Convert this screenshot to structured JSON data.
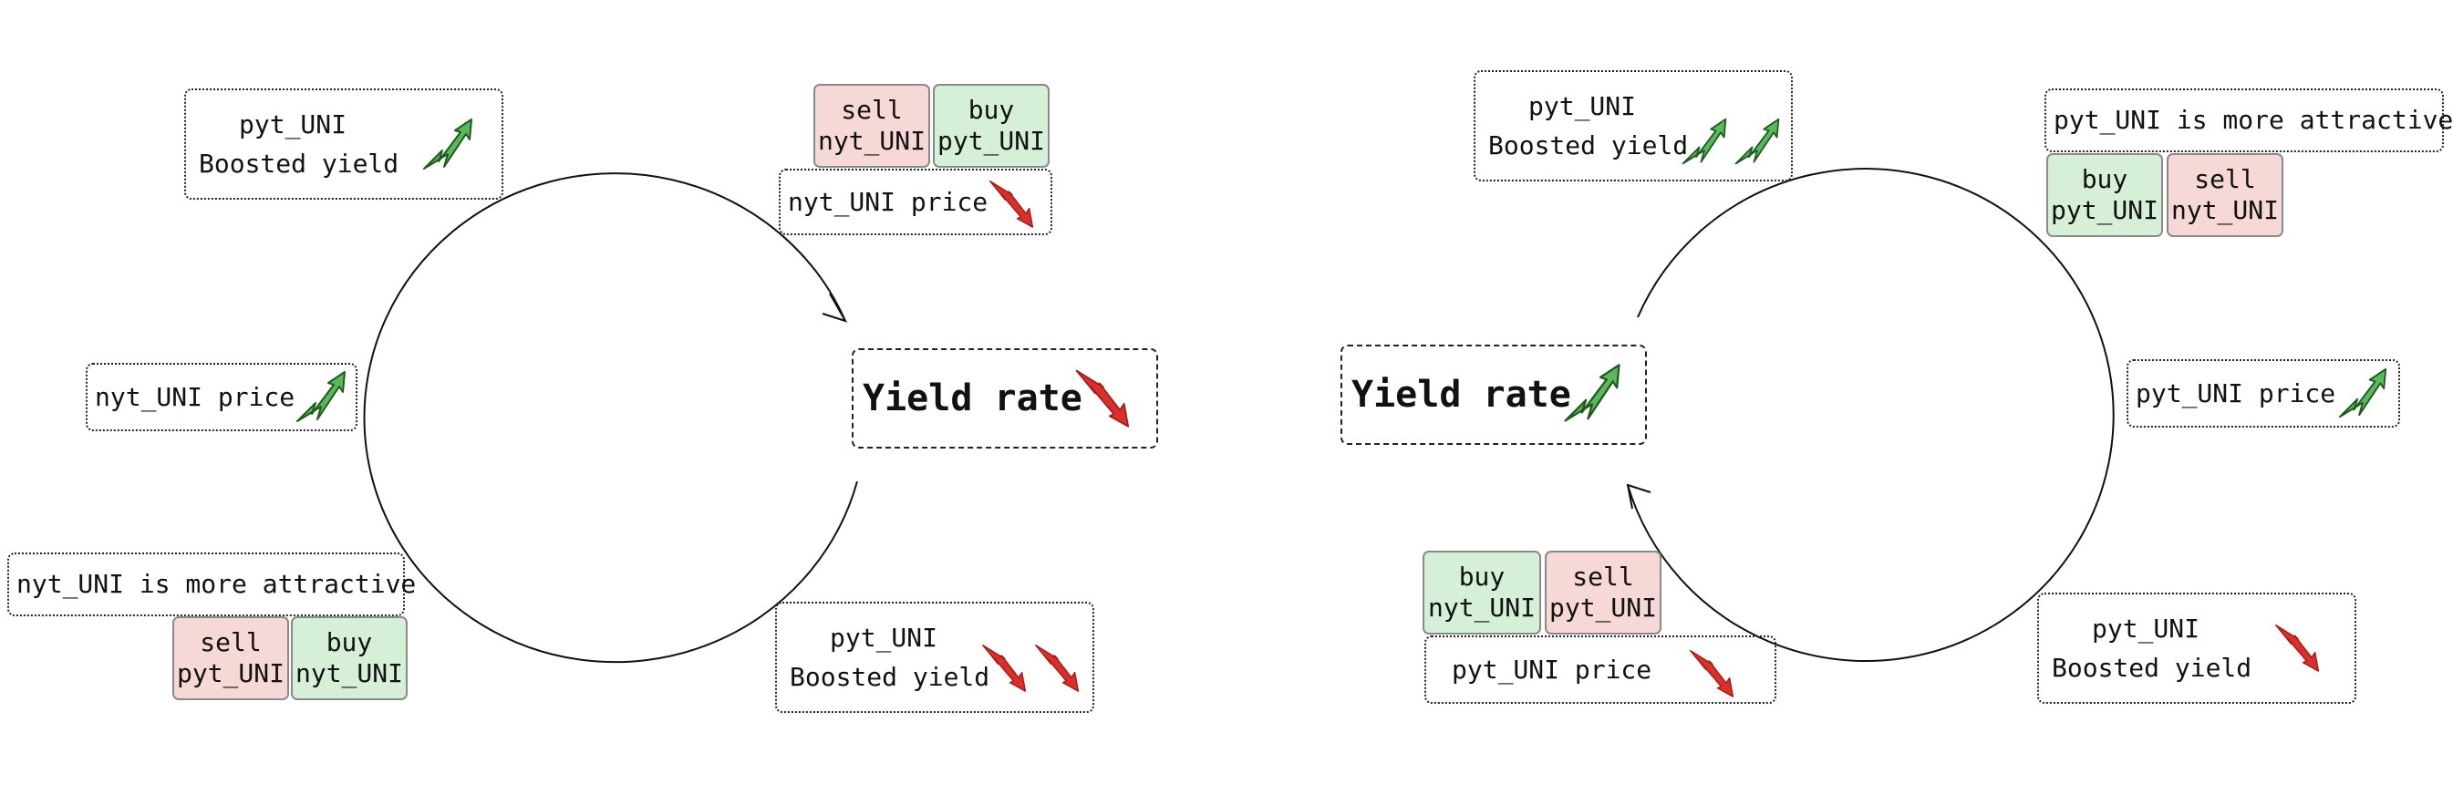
{
  "colors": {
    "sell_bg": "#f6d8d6",
    "buy_bg": "#d6f0d8",
    "up_arrow": "#5cb85c",
    "down_arrow": "#d9302c"
  },
  "left_cycle": {
    "center": {
      "title": "Yield rate",
      "trend": "down-arrow-icon"
    },
    "pyt_boosted": {
      "line1": "pyt_UNI",
      "line2": "Boosted yield",
      "trend": "up-arrow-icon"
    },
    "nyt_price_left": {
      "label": "nyt_UNI price",
      "trend": "up-arrow-icon"
    },
    "attractive": {
      "label": "nyt_UNI is more attractive"
    },
    "attractive_actions": [
      {
        "line1": "sell",
        "line2": "pyt_UNI"
      },
      {
        "line1": "buy",
        "line2": "nyt_UNI"
      }
    ],
    "top_actions": [
      {
        "line1": "sell",
        "line2": "nyt_UNI"
      },
      {
        "line1": "buy",
        "line2": "pyt_UNI"
      }
    ],
    "nyt_price_right": {
      "label": "nyt_UNI price",
      "trend": "down-arrow-icon"
    },
    "boosted_right": {
      "line1": "pyt_UNI",
      "line2": "Boosted yield",
      "trend": "double-down-arrow-icon"
    }
  },
  "right_cycle": {
    "center": {
      "title": "Yield rate",
      "trend": "up-arrow-icon"
    },
    "pyt_boosted": {
      "line1": "pyt_UNI",
      "line2": "Boosted yield",
      "trend": "double-up-arrow-icon"
    },
    "attractive": {
      "label": "pyt_UNI is more attractive"
    },
    "attractive_actions": [
      {
        "line1": "buy",
        "line2": "pyt_UNI"
      },
      {
        "line1": "sell",
        "line2": "nyt_UNI"
      }
    ],
    "pyt_price_right": {
      "label": "pyt_UNI price",
      "trend": "up-arrow-icon"
    },
    "boosted_right": {
      "line1": "pyt_UNI",
      "line2": "Boosted yield",
      "trend": "down-arrow-icon"
    },
    "bottom_actions": [
      {
        "line1": "buy",
        "line2": "nyt_UNI"
      },
      {
        "line1": "sell",
        "line2": "pyt_UNI"
      }
    ],
    "pyt_price_left": {
      "label": "pyt_UNI price",
      "trend": "down-arrow-icon"
    }
  }
}
